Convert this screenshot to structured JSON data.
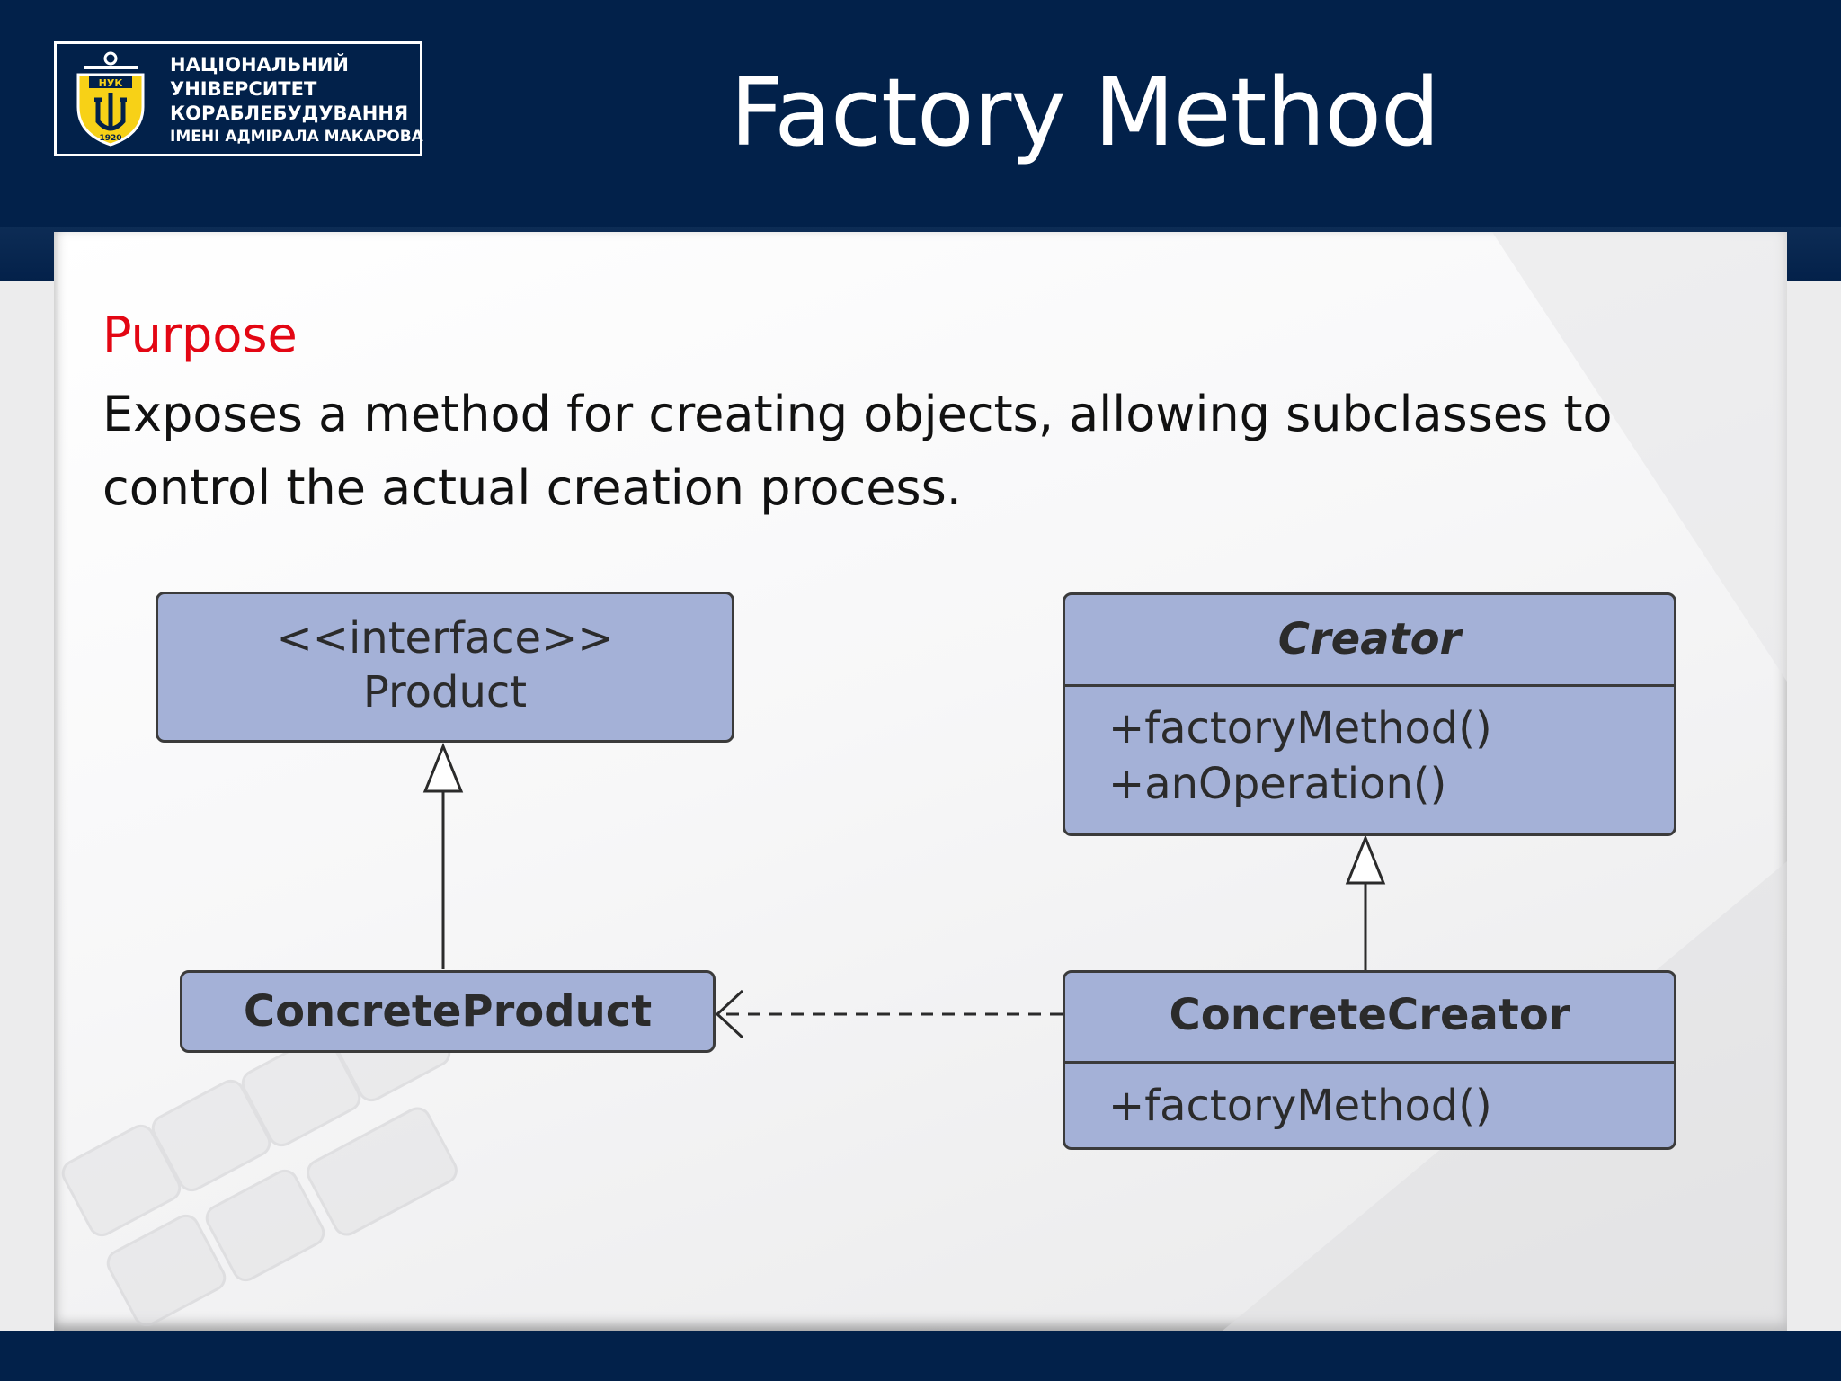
{
  "header": {
    "logo": {
      "emblem_text": "НУК",
      "emblem_year": "1920",
      "lines": [
        "НАЦІОНАЛЬНИЙ",
        "УНІВЕРСИТЕТ",
        "КОРАБЛЕБУДУВАННЯ",
        "ІМЕНІ АДМІРАЛА МАКАРОВА"
      ]
    },
    "title": "Factory Method"
  },
  "purpose": {
    "label": "Purpose",
    "text": "Exposes a method for creating objects, allowing subclasses to control the actual creation process."
  },
  "diagram": {
    "product": {
      "stereotype": "<<interface>>",
      "name": "Product"
    },
    "concrete_product": {
      "name": "ConcreteProduct"
    },
    "creator": {
      "name": "Creator",
      "methods": [
        "+factoryMethod()",
        "+anOperation()"
      ]
    },
    "concrete_creator": {
      "name": "ConcreteCreator",
      "methods": [
        "+factoryMethod()"
      ]
    }
  },
  "colors": {
    "header_bg": "#02214a",
    "accent_red": "#e30613",
    "uml_fill": "#a4b1d7",
    "uml_border": "#3b3b3b",
    "logo_yellow": "#f7d117"
  }
}
